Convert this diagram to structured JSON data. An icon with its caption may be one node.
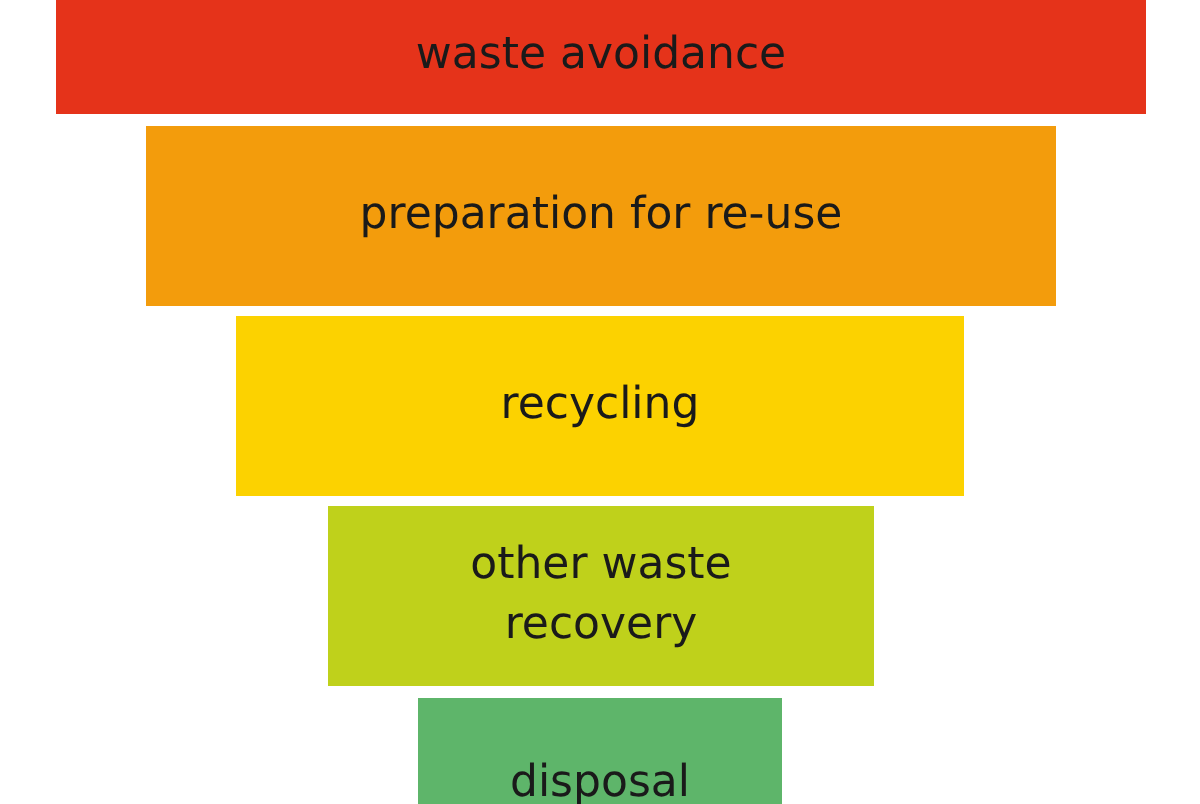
{
  "diagram": {
    "nodes": [
      {
        "text": [
          "waste avoidance"
        ]
      },
      {
        "text": [
          "preparation for re-use"
        ]
      },
      {
        "text": [
          "recycling"
        ]
      },
      {
        "text": [
          "other waste recovery"
        ]
      },
      {
        "text": [
          "disposal"
        ]
      }
    ]
  }
}
